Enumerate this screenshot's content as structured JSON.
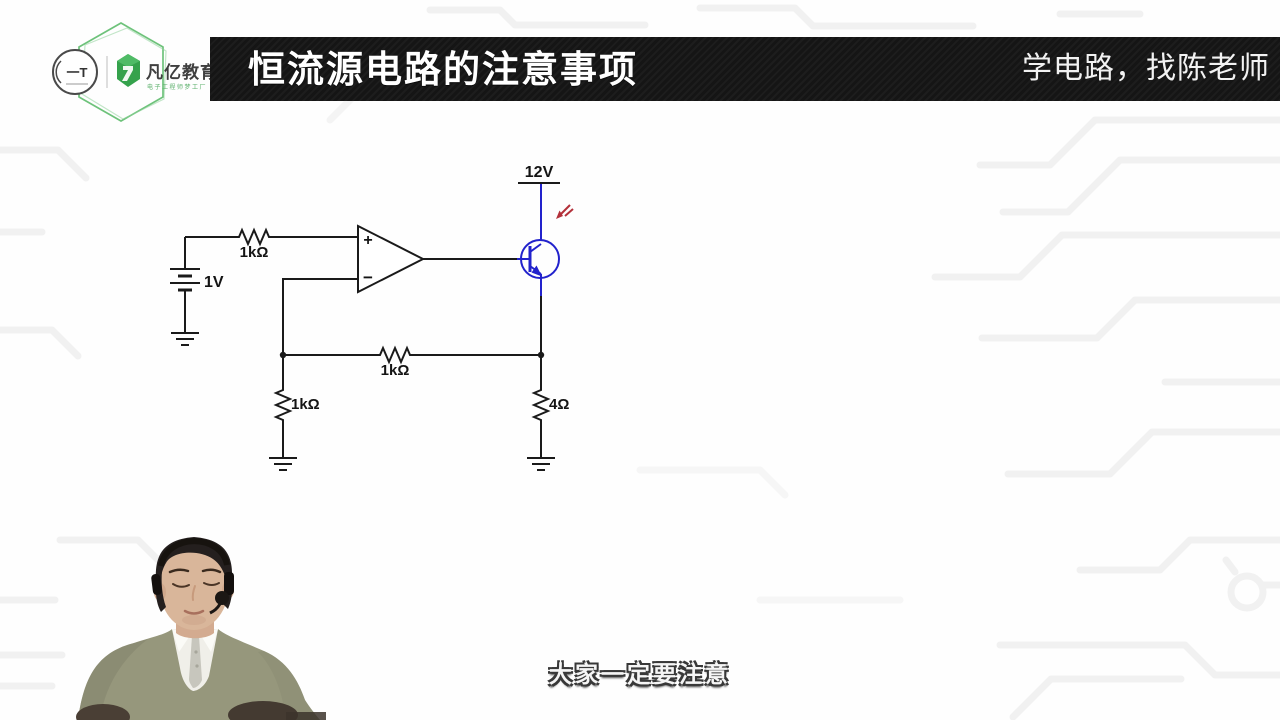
{
  "header": {
    "title": "恒流源电路的注意事项",
    "slogan": "学电路，找陈老师",
    "logo": {
      "badge_text": "一T",
      "brand_name": "凡亿教育",
      "brand_mark": "®",
      "brand_tagline": "电子工程师梦工厂"
    }
  },
  "circuit": {
    "labels": {
      "supply": "12V",
      "source": "1V",
      "r_input": "1kΩ",
      "r_feedback": "1kΩ",
      "r_ground": "1kΩ",
      "r_sense": "4Ω",
      "opamp_plus": "+",
      "opamp_minus": "−"
    }
  },
  "subtitle": {
    "text": "大家一定要注意"
  }
}
